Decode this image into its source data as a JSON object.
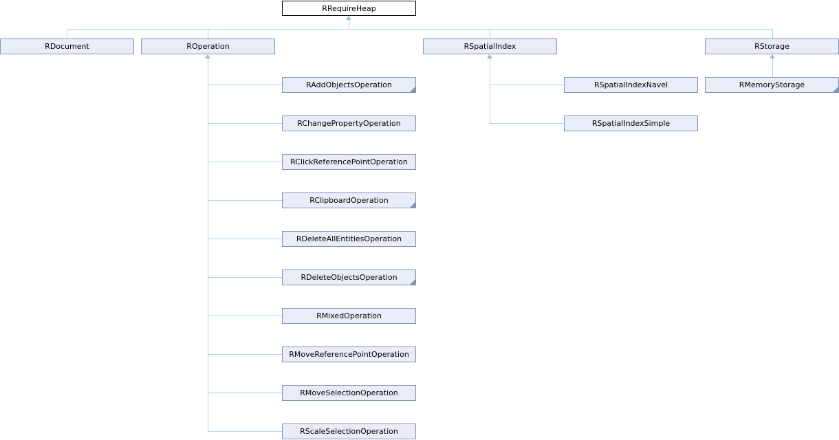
{
  "diagram": {
    "kind": "class-inheritance-diagram",
    "nodes": [
      {
        "label": "RRequireHeap",
        "style": "root",
        "parent": null,
        "truncated": false
      },
      {
        "label": "RDocument",
        "style": "class",
        "parent": "RRequireHeap",
        "truncated": false
      },
      {
        "label": "ROperation",
        "style": "class",
        "parent": "RRequireHeap",
        "truncated": false
      },
      {
        "label": "RSpatialIndex",
        "style": "class",
        "parent": "RRequireHeap",
        "truncated": false
      },
      {
        "label": "RStorage",
        "style": "class",
        "parent": "RRequireHeap",
        "truncated": false
      },
      {
        "label": "RAddObjectsOperation",
        "style": "class",
        "parent": "ROperation",
        "truncated": true
      },
      {
        "label": "RChangePropertyOperation",
        "style": "class",
        "parent": "ROperation",
        "truncated": false
      },
      {
        "label": "RClickReferencePointOperation",
        "style": "class",
        "parent": "ROperation",
        "truncated": false
      },
      {
        "label": "RClipboardOperation",
        "style": "class",
        "parent": "ROperation",
        "truncated": true
      },
      {
        "label": "RDeleteAllEntitiesOperation",
        "style": "class",
        "parent": "ROperation",
        "truncated": false
      },
      {
        "label": "RDeleteObjectsOperation",
        "style": "class",
        "parent": "ROperation",
        "truncated": true
      },
      {
        "label": "RMixedOperation",
        "style": "class",
        "parent": "ROperation",
        "truncated": false
      },
      {
        "label": "RMoveReferencePointOperation",
        "style": "class",
        "parent": "ROperation",
        "truncated": false
      },
      {
        "label": "RMoveSelectionOperation",
        "style": "class",
        "parent": "ROperation",
        "truncated": false
      },
      {
        "label": "RScaleSelectionOperation",
        "style": "class",
        "parent": "ROperation",
        "truncated": false
      },
      {
        "label": "RSpatialIndexNavel",
        "style": "class",
        "parent": "RSpatialIndex",
        "truncated": false
      },
      {
        "label": "RSpatialIndexSimple",
        "style": "class",
        "parent": "RSpatialIndex",
        "truncated": false
      },
      {
        "label": "RMemoryStorage",
        "style": "class",
        "parent": "RStorage",
        "truncated": true
      }
    ],
    "colors": {
      "node_fill": "#e8edf7",
      "node_border": "#8192b7",
      "root_fill": "#ffffff",
      "root_border": "#000000",
      "edge_line": "#a9d2e7",
      "arrow": "#8fc0dc",
      "text": "#000000",
      "background": "#ffffff"
    }
  }
}
